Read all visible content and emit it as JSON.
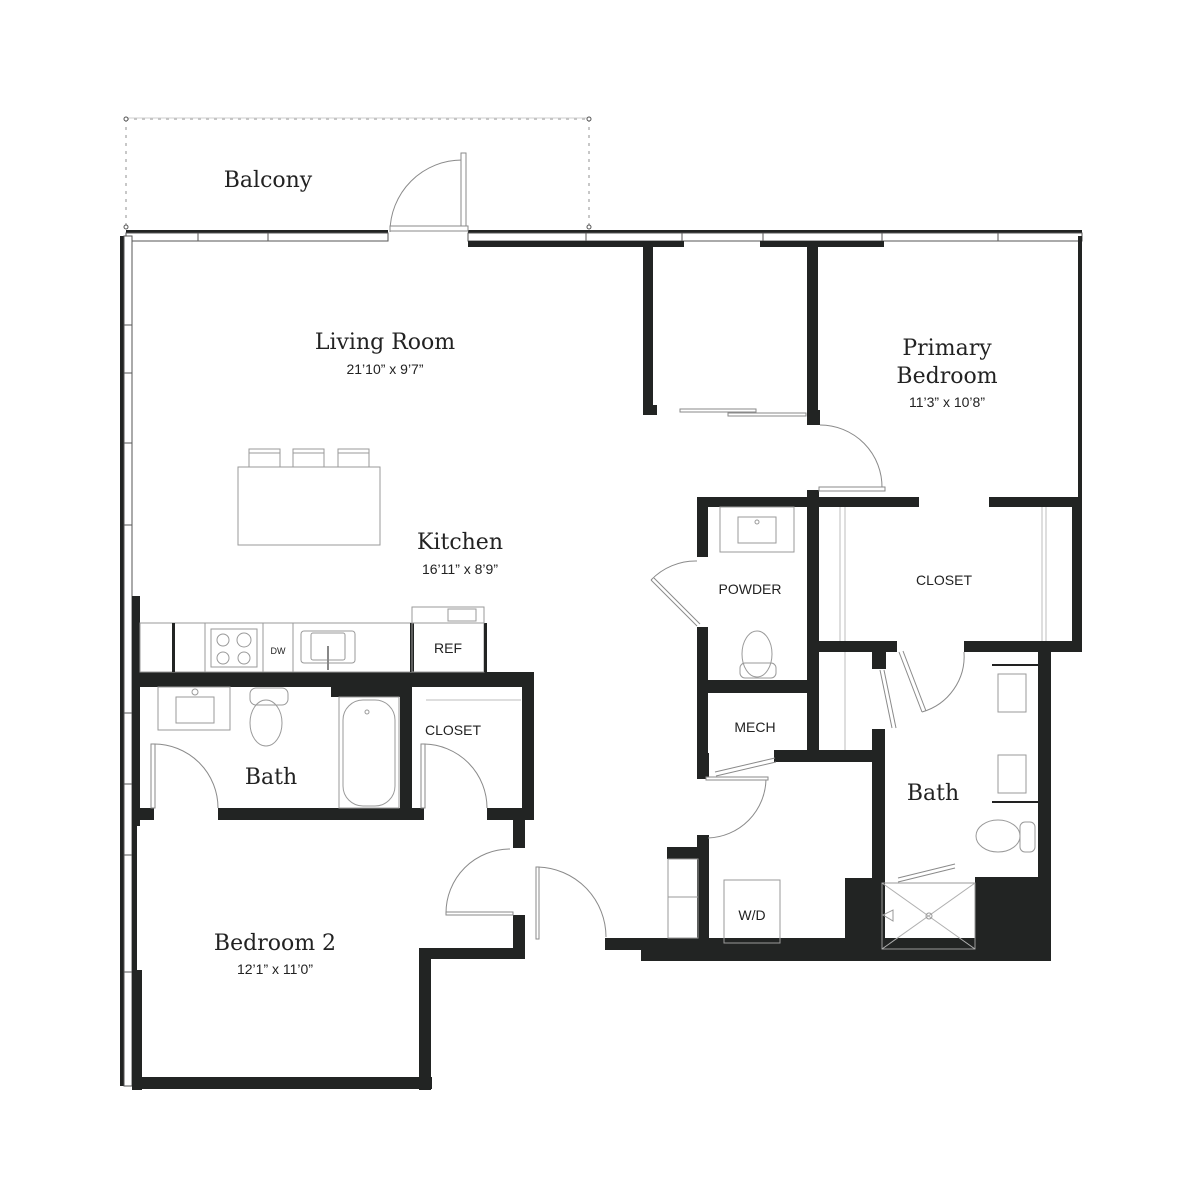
{
  "floorplan": {
    "rooms": [
      {
        "id": "balcony",
        "name": "Balcony",
        "dimensions": ""
      },
      {
        "id": "living-room",
        "name": "Living Room",
        "dimensions": "21’10” x 9’7”"
      },
      {
        "id": "kitchen",
        "name": "Kitchen",
        "dimensions": "16’11” x 8’9”"
      },
      {
        "id": "primary-bedroom",
        "name_line1": "Primary",
        "name_line2": "Bedroom",
        "dimensions": "11’3” x 10’8”"
      },
      {
        "id": "bedroom-2",
        "name": "Bedroom 2",
        "dimensions": "12’1” x 11’0”"
      },
      {
        "id": "bath-hall",
        "name": "Bath"
      },
      {
        "id": "bath-primary",
        "name": "Bath"
      }
    ],
    "labels": {
      "powder": "POWDER",
      "closet_primary": "CLOSET",
      "closet_hall": "CLOSET",
      "mech": "MECH",
      "wd": "W/D",
      "ref": "REF",
      "dw": "DW"
    },
    "colors": {
      "wall": "#222423",
      "fixture": "#9a9a9a",
      "text": "#222222",
      "background": "#ffffff"
    }
  }
}
